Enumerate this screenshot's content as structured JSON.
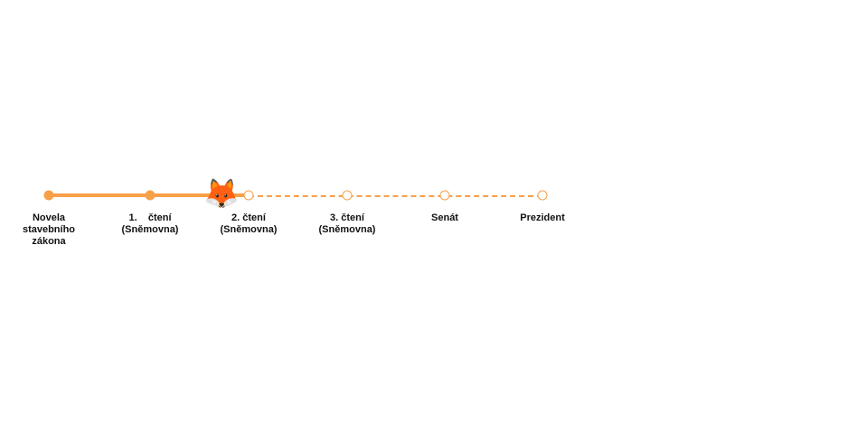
{
  "timeline": {
    "accent_color": "#f7a048",
    "current_marker_icon": "fox-emoji",
    "current_marker": "🦊",
    "steps": [
      {
        "label": "Novela stavebního zákona",
        "status": "done"
      },
      {
        "label": "1.    čtení (Sněmovna)",
        "status": "done"
      },
      {
        "label": "2. čtení (Sněmovna)",
        "status": "pending"
      },
      {
        "label": "3. čtení (Sněmovna)",
        "status": "pending"
      },
      {
        "label": "Senát",
        "status": "pending"
      },
      {
        "label": "Prezident",
        "status": "pending"
      }
    ]
  }
}
